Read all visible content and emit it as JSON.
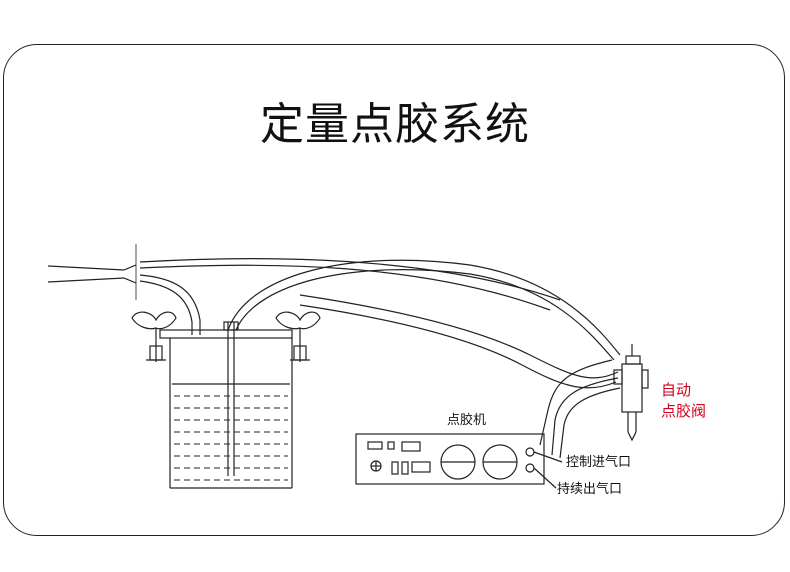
{
  "title": "定量点胶系统",
  "labels": {
    "dispenser": "点胶机",
    "control_inlet": "控制进气口",
    "output_outlet": "持续出气口",
    "auto_valve_line1": "自动",
    "auto_valve_line2": "点胶阀"
  },
  "colors": {
    "auto_valve_label": "#d0021b",
    "line": "#222222"
  }
}
